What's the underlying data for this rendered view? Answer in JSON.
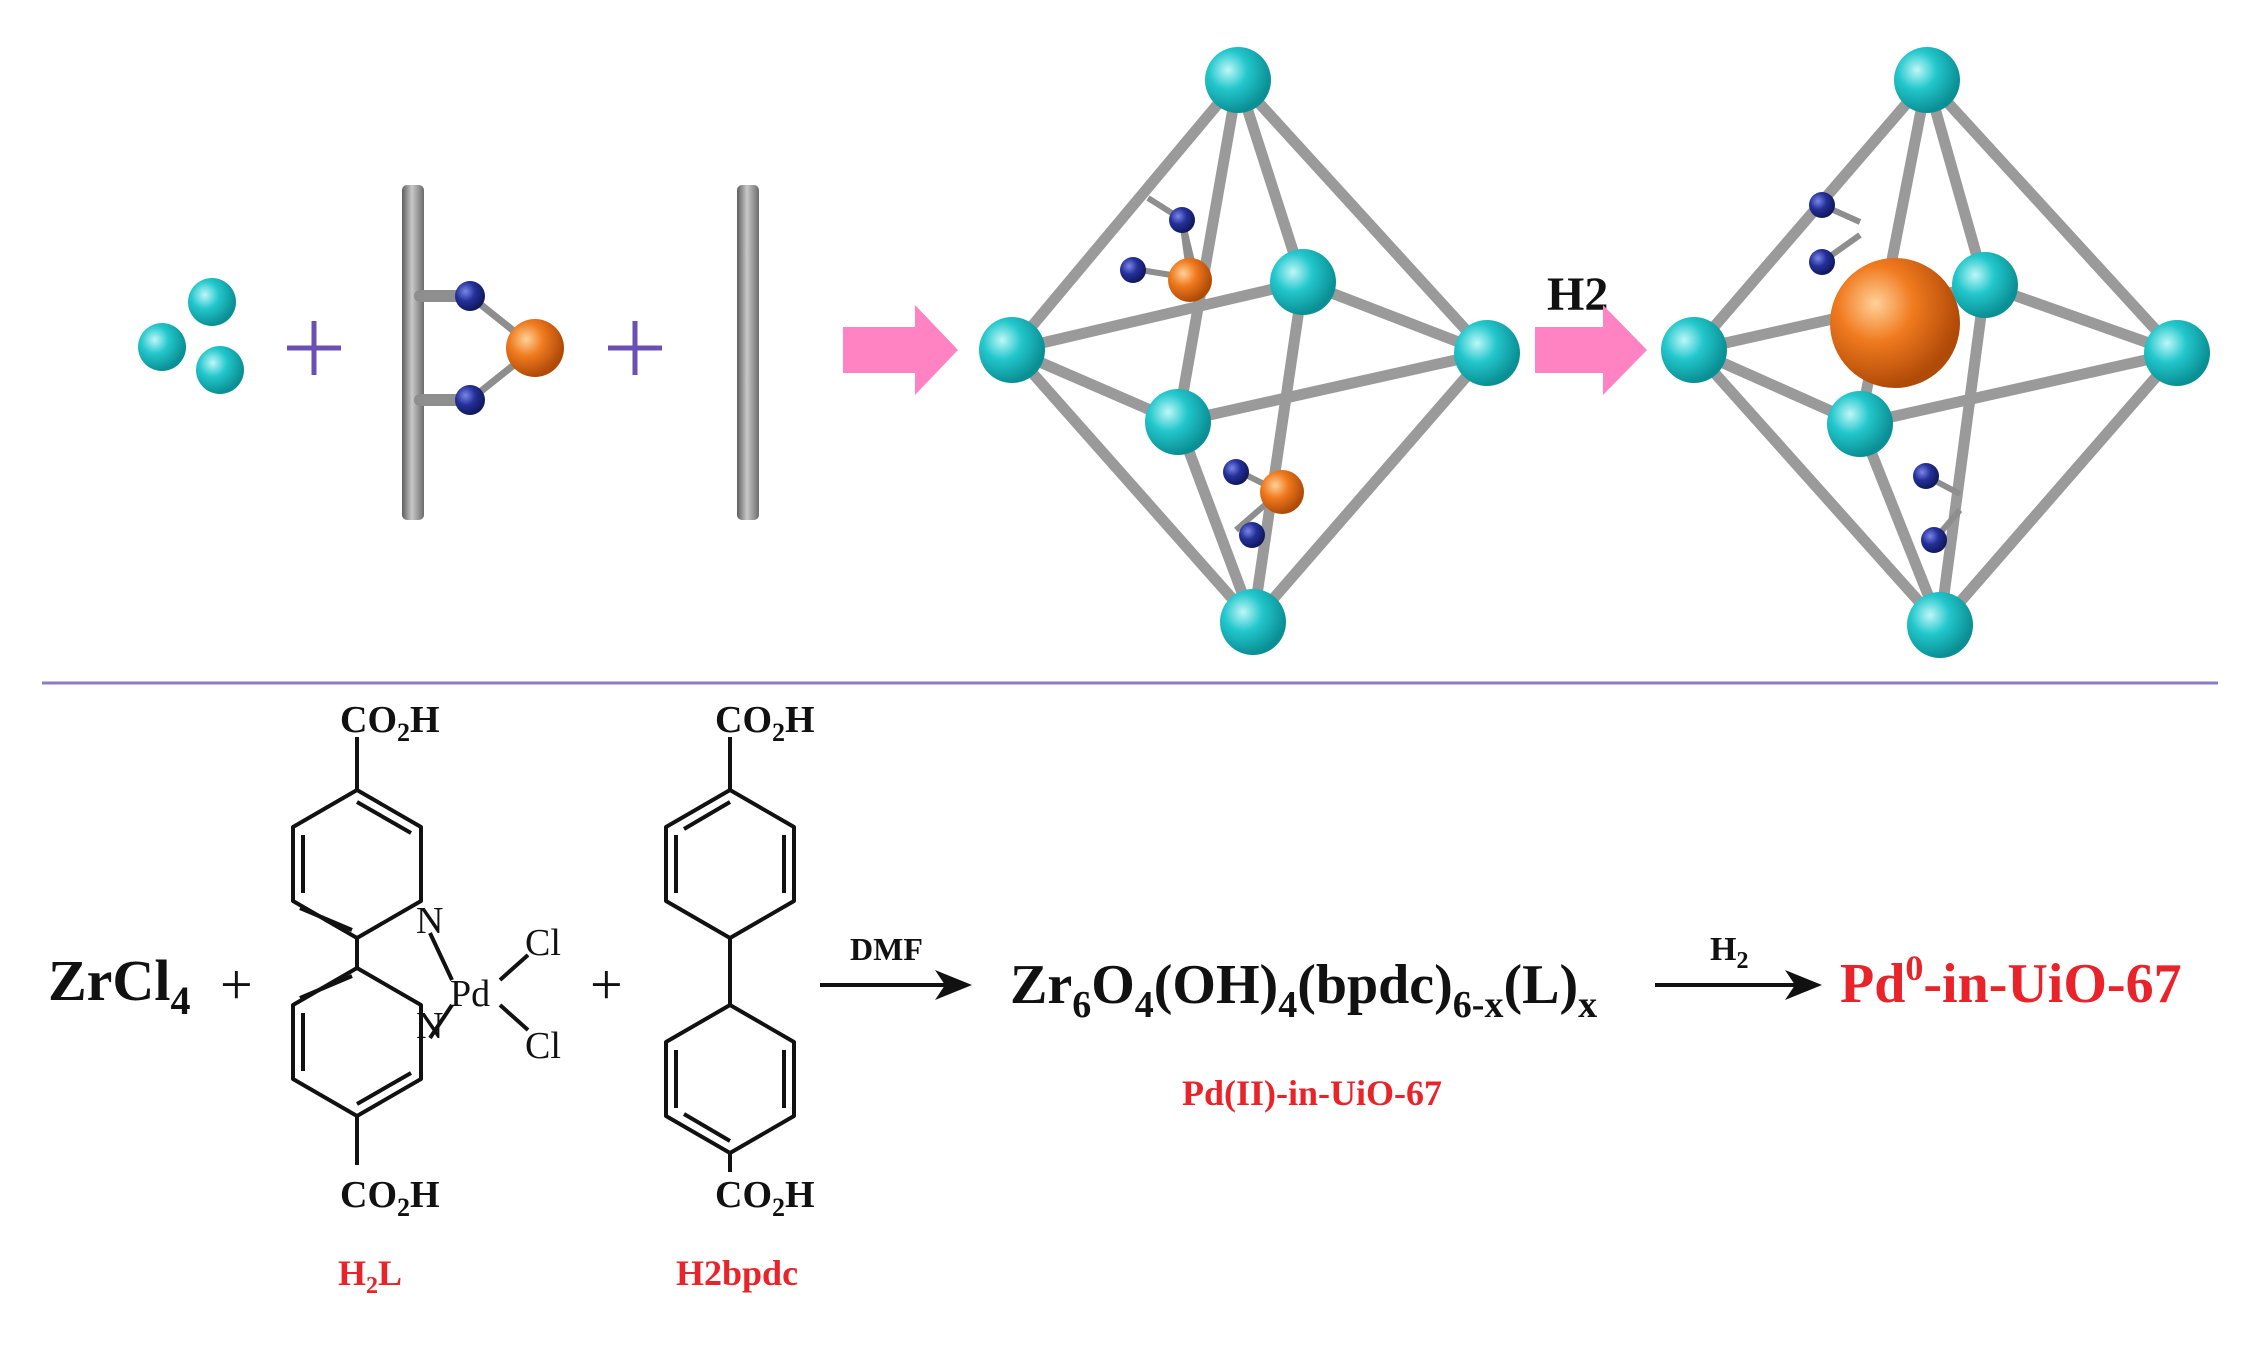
{
  "top_scheme": {
    "arrow_label": "H2",
    "colors": {
      "zr_node": "#1bc3c8",
      "linker": "#8e8e8e",
      "nitrogen": "#1f2a8c",
      "palladium": "#e8701a",
      "reaction_arrow": "#ff82c2",
      "plus": "#6a4fb5",
      "divider": "#8b7bc9"
    }
  },
  "bottom_scheme": {
    "zrcl4": "ZrCl",
    "zrcl4_sub": "4",
    "plus": "+",
    "h2l_top_group": "CO",
    "h2l_top_group_sub": "2",
    "h2l_top_group_h": "H",
    "h2l_bottom_group": "CO",
    "h2l_bottom_group_sub": "2",
    "h2l_bottom_group_h": "H",
    "h2l_n_top": "N",
    "h2l_n_bottom": "N",
    "pd": "Pd",
    "cl_top": "Cl",
    "cl_bottom": "Cl",
    "h2l_label": "H",
    "h2l_label_sub": "2",
    "h2l_label_tail": "L",
    "bpdc_top_group": "CO",
    "bpdc_top_group_sub": "2",
    "bpdc_top_group_h": "H",
    "bpdc_bottom_group": "CO",
    "bpdc_bottom_group_sub": "2",
    "bpdc_bottom_group_h": "H",
    "bpdc_label": "H2bpdc",
    "dmf": "DMF",
    "h2_small": "H",
    "h2_small_sub": "2",
    "product": {
      "zr": "Zr",
      "s6": "6",
      "o": "O",
      "s4a": "4",
      "oh": "(OH)",
      "s4b": "4",
      "bpdc": "(bpdc)",
      "s6x": "6-x",
      "l": "(L)",
      "sx": "x"
    },
    "intermediate_label": "Pd(II)-in-UiO-67",
    "final_pd": "Pd",
    "final_sup": "0",
    "final_tail": "-in-UiO-67",
    "label_color": "#e8232a"
  }
}
